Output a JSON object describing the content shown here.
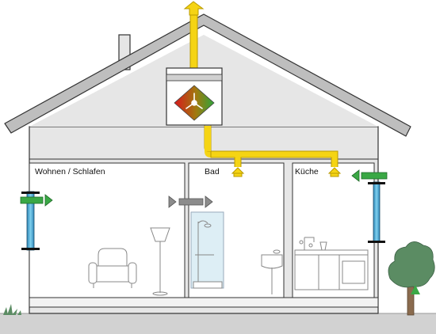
{
  "rooms": {
    "living": "Wohnen / Schlafen",
    "bath": "Bad",
    "kitchen": "Küche"
  },
  "colors": {
    "duct": "#f5d414",
    "duct_edge": "#b99a00",
    "supply_air": "#3aa845",
    "extract_air": "#8c8c8c",
    "inlet_tube": "#5ab6dc",
    "house_fill": "#e6e6e6",
    "roof_fill": "#bebebe",
    "ground": "#d2d2d2",
    "tree": "#5b8c63"
  },
  "icons": {
    "exhaust": "arrow-up-icon",
    "heat_exchanger": "heat-recovery-icon",
    "inlet": "arrow-right-icon",
    "transfer": "arrow-right-icon",
    "kitchen_inlet": "arrow-left-icon"
  }
}
